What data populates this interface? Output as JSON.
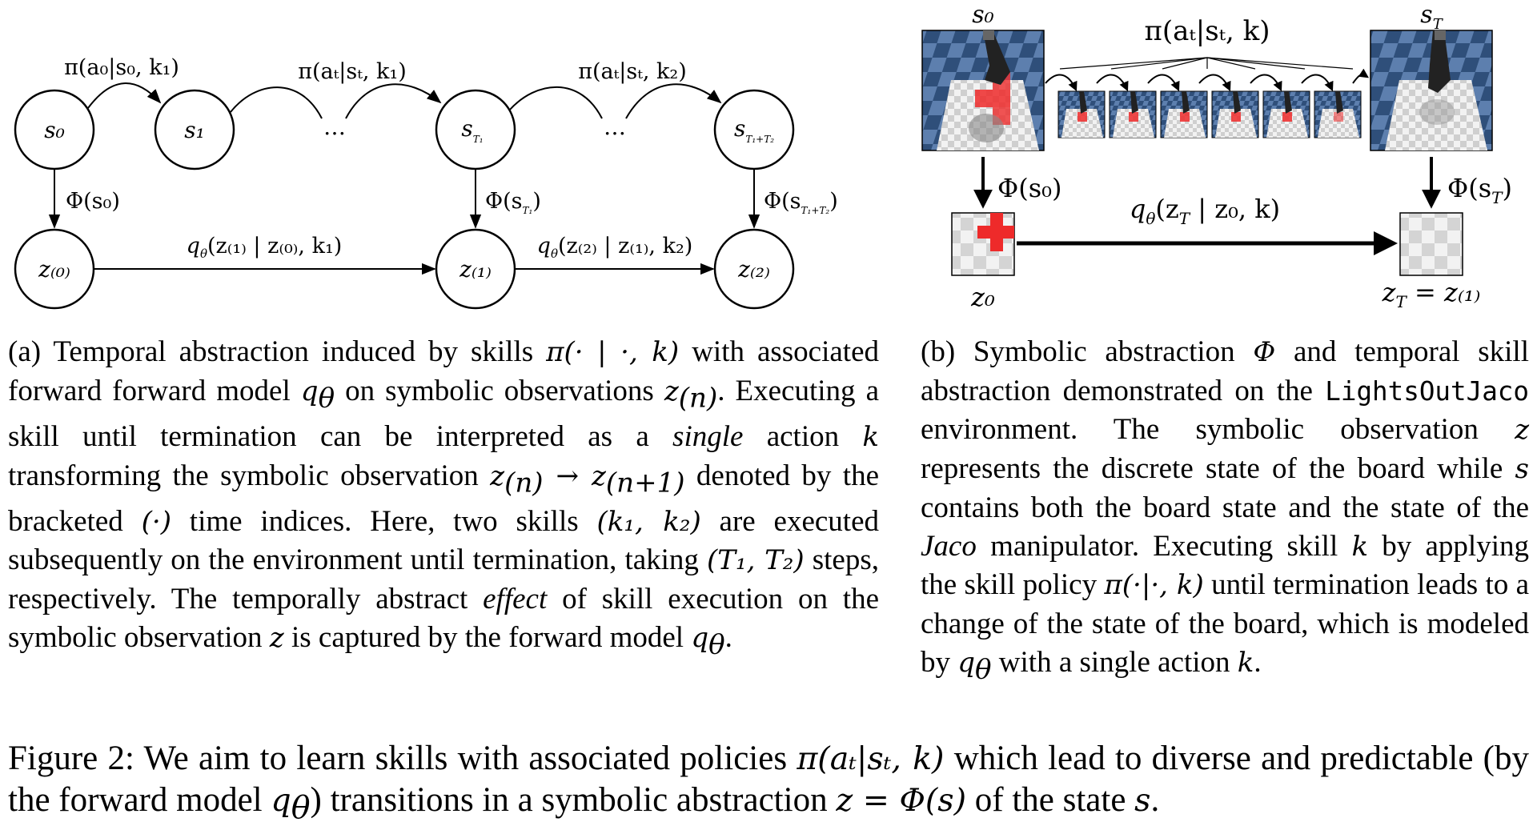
{
  "panel_a": {
    "nodes": {
      "s0": "s₀",
      "s1": "s₁",
      "sT1": "s",
      "sT1_sub": "T₁",
      "sT1T2": "s",
      "sT1T2_sub": "T₁+T₂",
      "z0": "z₍₀₎",
      "z1": "z₍₁₎",
      "z2": "z₍₂₎"
    },
    "dots": "…",
    "edge_labels": {
      "pi_a0": "π(a₀|s₀, k₁)",
      "pi_k1": "π(aₜ|sₜ, k₁)",
      "pi_k2": "π(aₜ|sₜ, k₂)",
      "phi_s0": "Φ(s₀)",
      "phi_sT1": "Φ(s",
      "phi_sT1_sub": "T₁",
      "phi_sT1T2": "Φ(s",
      "phi_sT1T2_sub": "T₁+T₂",
      "close": ")",
      "q_z1": "q",
      "q_z1_rest": "(z₍₁₎ | z₍₀₎, k₁)",
      "q_z2": "q",
      "q_z2_rest": "(z₍₂₎ | z₍₁₎, k₂)",
      "theta": "θ"
    }
  },
  "panel_b": {
    "top_left": "s₀",
    "top_right": "s",
    "top_right_sub": "T",
    "policy": "π(aₜ|sₜ, k)",
    "phi_s0": "Φ(s₀)",
    "phi_sT": "Φ(s",
    "phi_sT_sub": "T",
    "close": ")",
    "q": "q",
    "theta": "θ",
    "q_rest": "(z",
    "q_rest_sub": "T",
    "q_rest2": " | z₀, k)",
    "z0": "z₀",
    "zT": "z",
    "zT_sub": "T",
    "zT_rest": " = z₍₁₎"
  },
  "caption_a": {
    "label": "(a)",
    "t1": " Temporal abstraction induced by skills ",
    "m1": "π(· | ·, k)",
    "t2": " with associated forward forward model ",
    "m2": "q",
    "m2s": "θ",
    "t3": " on symbolic observations ",
    "m3": "z",
    "m3s": "(n)",
    "t4": ". Executing a skill until termination can be interpreted as a ",
    "e1": "single",
    "t5": " action ",
    "m4": "k",
    "t6": " transforming the symbolic observation ",
    "m5": "z",
    "m5s": "(n)",
    "m5b": " → z",
    "m5bs": "(n+1)",
    "t7": " denoted by the bracketed ",
    "m6": "(·)",
    "t8": " time indices. Here, two skills ",
    "m7": "(k₁, k₂)",
    "t9": " are executed subsequently on the environment until termination, taking ",
    "m8": "(T₁, T₂)",
    "t10": " steps, respectively. The temporally abstract ",
    "e2": "effect",
    "t11": " of skill execution on the symbolic observation ",
    "m9": "z",
    "t12": " is captured by the forward model ",
    "m10": "q",
    "m10s": "θ",
    "t13": "."
  },
  "caption_b": {
    "label": "(b)",
    "t1": " Symbolic abstraction ",
    "m1": "Φ",
    "t2": " and temporal skill abstraction demonstrated on the ",
    "tt1": "LightsOutJaco",
    "t3": " environment. The symbolic observation ",
    "m2": "z",
    "t4": " represents the discrete state of the board while ",
    "m3": "s",
    "t5": " contains both the board state and the state of the ",
    "e1": "Jaco",
    "t6": " manipulator. Executing skill ",
    "m4": "k",
    "t7": " by applying the skill policy ",
    "m5": "π(·|·, k)",
    "t8": " until termination leads to a change of the state of the board, which is modeled by ",
    "m6": "q",
    "m6s": "θ",
    "t9": " with a single action ",
    "m7": "k",
    "t10": "."
  },
  "figure_caption": {
    "label": "Figure 2:",
    "t1": " We aim to learn skills with associated policies ",
    "m1": "π(aₜ|sₜ, k)",
    "t2": " which lead to diverse and predictable (by the forward model ",
    "m2": "q",
    "m2s": "θ",
    "t3": ") transitions in a symbolic abstraction ",
    "m3": "z = Φ(s)",
    "t4": " of the state ",
    "m4": "s",
    "t5": "."
  },
  "colors": {
    "floor_dark": "#2f4f7a",
    "floor_light": "#5d7fae",
    "board_light": "#f2f2f2",
    "board_dark": "#cfcfcf",
    "light_on": "#ee2a2a",
    "arm": "#222222"
  }
}
